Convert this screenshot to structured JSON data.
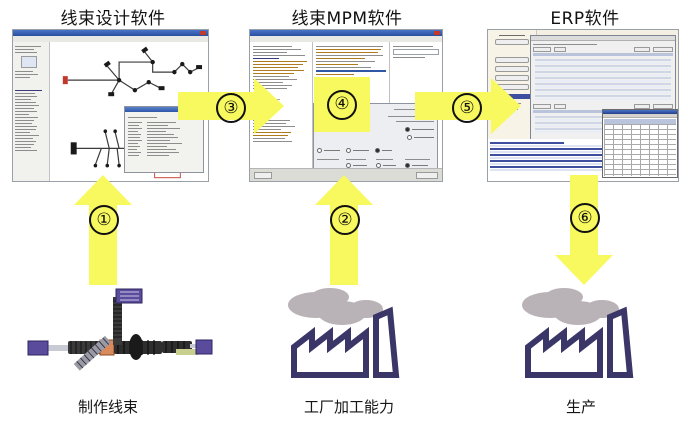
{
  "diagram": {
    "title_row": [
      {
        "id": "harness-design",
        "label": "线束设计软件"
      },
      {
        "id": "harness-mpm",
        "label": "线束MPM软件"
      },
      {
        "id": "erp",
        "label": "ERP软件"
      }
    ],
    "bottom_row": [
      {
        "id": "make-harness",
        "label": "制作线束",
        "icon": "wire-harness-icon"
      },
      {
        "id": "factory-capacity",
        "label": "工厂加工能力",
        "icon": "factory-icon"
      },
      {
        "id": "production",
        "label": "生产",
        "icon": "factory-icon"
      }
    ],
    "flow_steps": [
      {
        "id": "step-1",
        "marker": "①",
        "direction": "up",
        "from": "make-harness",
        "to": "harness-design"
      },
      {
        "id": "step-2",
        "marker": "②",
        "direction": "up",
        "from": "factory-capacity",
        "to": "harness-mpm"
      },
      {
        "id": "step-3",
        "marker": "③",
        "direction": "right",
        "from": "harness-design",
        "to": "harness-mpm"
      },
      {
        "id": "step-4",
        "marker": "④",
        "direction": "none",
        "from": "harness-mpm",
        "to": "harness-mpm"
      },
      {
        "id": "step-5",
        "marker": "⑤",
        "direction": "right",
        "from": "harness-mpm",
        "to": "erp"
      },
      {
        "id": "step-6",
        "marker": "⑥",
        "direction": "down",
        "from": "erp",
        "to": "production"
      }
    ],
    "colors": {
      "arrow_fill": "#f7f95f",
      "arrow_outline": "#111111",
      "factory_outline": "#3b3668",
      "smoke": "#b9b2b7",
      "background": "#ffffff"
    }
  }
}
